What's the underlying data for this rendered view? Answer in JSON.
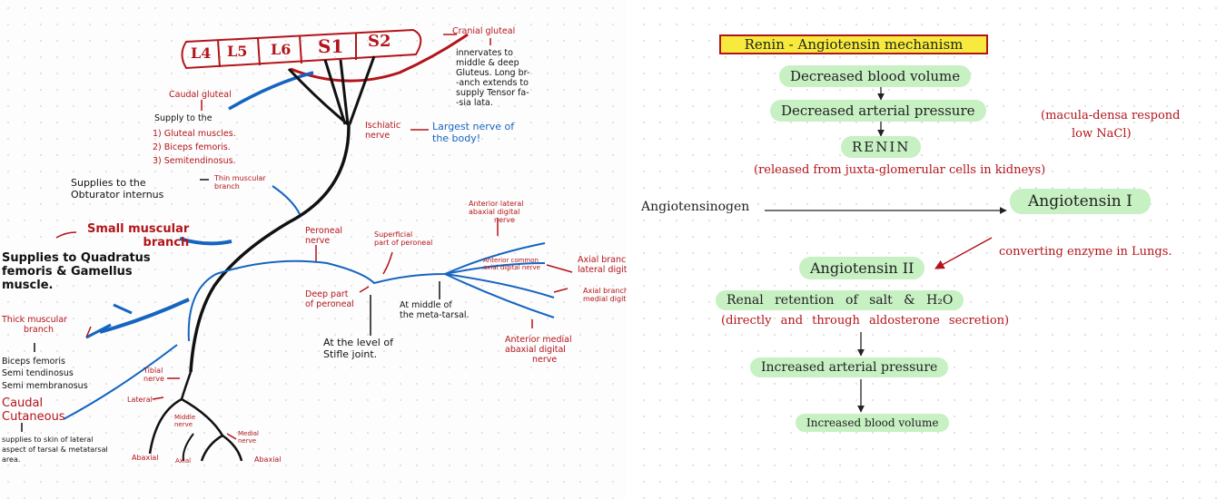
{
  "nerve_diagram": {
    "segments": [
      "L4",
      "L5",
      "L6",
      "S1",
      "S2"
    ],
    "labels": {
      "cranial_gluteal": "Cranial gluteal",
      "cranial_gluteal_desc": [
        "innervates to",
        "middle & deep",
        "Gluteus. Long br-",
        "-anch extends to",
        "supply Tensor fa-",
        "-sia lata."
      ],
      "caudal_gluteal": "Caudal gluteal",
      "supply_to_the": "Supply to the",
      "gluteal_list": [
        "1) Gluteal muscles.",
        "2) Biceps femoris.",
        "3) Semitendinosus."
      ],
      "ischiatic_nerve": [
        "Ischiatic",
        "nerve"
      ],
      "largest_nerve": [
        "Largest nerve of",
        "the body!"
      ],
      "supplies_obturator": [
        "Supplies to the",
        "Obturator internus"
      ],
      "thin_muscular": [
        "Thin muscular",
        "branch"
      ],
      "small_muscular": [
        "Small muscular",
        "branch"
      ],
      "quadratus": [
        "Supplies to Quadratus",
        "femoris & Gamellus",
        "muscle."
      ],
      "peroneal_nerve": [
        "Peroneal",
        "nerve"
      ],
      "superficial_peroneal": [
        "Superficial",
        "part of peroneal"
      ],
      "anterior_lateral": [
        "Anterior lateral",
        "abaxial digital",
        "nerve"
      ],
      "anterior_common": [
        "Anterior common",
        "axial digital nerve"
      ],
      "axial_lateral": [
        "Axial branch",
        "lateral digit"
      ],
      "axial_medial": [
        "Axial branch",
        "medial digit"
      ],
      "deep_peroneal": [
        "Deep part",
        "of peroneal"
      ],
      "stifle": [
        "At the level of",
        "Stifle joint."
      ],
      "metatarsal": [
        "At middle of",
        "the meta-tarsal."
      ],
      "anterior_medial": [
        "Anterior medial",
        "abaxial digital",
        "nerve"
      ],
      "thick_muscular": [
        "Thick muscular",
        "branch"
      ],
      "thick_list": [
        "Biceps femoris",
        "Semi tendinosus",
        "Semi membranosus"
      ],
      "tibial_nerve": [
        "Tibial",
        "nerve"
      ],
      "lateral": "Lateral",
      "middle_nerve": [
        "Middle",
        "nerve"
      ],
      "medial_nerve": [
        "Medial",
        "nerve"
      ],
      "caudal_cutaneous": [
        "Caudal",
        "Cutaneous"
      ],
      "caudal_cutaneous_desc": [
        "supplies to skin of lateral",
        "aspect of tarsal & metatarsal",
        "area."
      ],
      "abaxial_left": "Abaxial",
      "axial": "Axial",
      "abaxial_right": "Abaxial"
    }
  },
  "flowchart": {
    "title": "Renin - Angiotensin mechanism",
    "steps": {
      "decreased_blood_volume": "Decreased blood volume",
      "decreased_arterial_pressure": "Decreased arterial pressure",
      "renin": "RENIN",
      "renin_note": "(released from juxta-glomerular cells in kidneys)",
      "macula_densa": [
        "(macula-densa respond",
        "low NaCl)"
      ],
      "angiotensinogen": "Angiotensinogen",
      "angiotensin_1": "Angiotensin I",
      "converting_enzyme": "converting enzyme in Lungs.",
      "angiotensin_2": "Angiotensin II",
      "renal_retention": "Renal retention of salt & H₂O",
      "renal_note": "(directly and through aldosterone secretion)",
      "increased_arterial_pressure": "Increased arterial pressure",
      "increased_blood_volume": "Increased blood volume"
    }
  },
  "colors": {
    "red": "#b3141a",
    "blue": "#1565c0",
    "green": "#c7f0c3",
    "yellow": "#f7ea3c"
  }
}
